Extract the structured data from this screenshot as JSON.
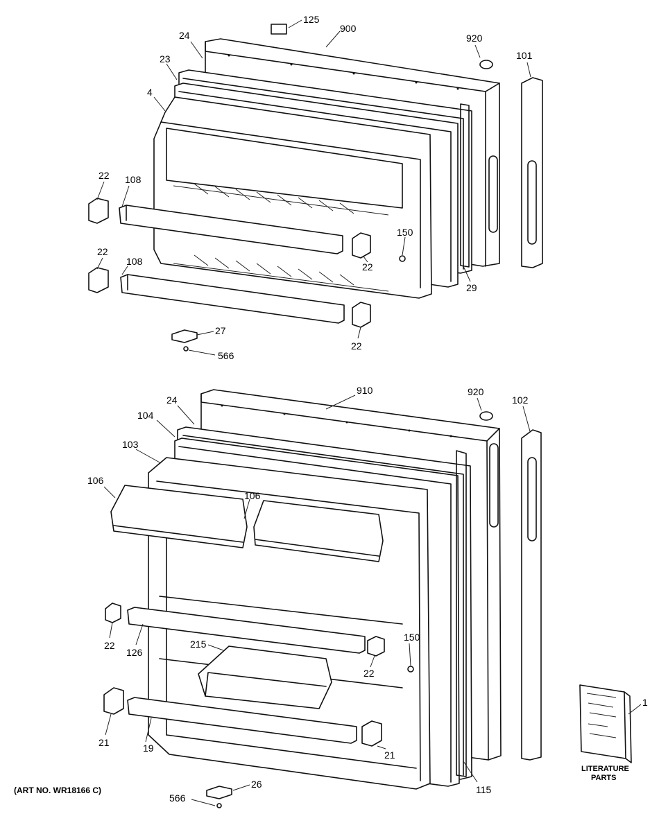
{
  "art_number": "(ART NO. WR18166 C)",
  "literature": {
    "line1": "LITERATURE",
    "line2": "PARTS"
  },
  "labels": {
    "p125": "125",
    "p900": "900",
    "p24a": "24",
    "p920a": "920",
    "p101": "101",
    "p23": "23",
    "p4": "4",
    "p22a": "22",
    "p108a": "108",
    "p150a": "150",
    "p22b": "22",
    "p22c": "22",
    "p108b": "108",
    "p29": "29",
    "p22d": "22",
    "p27": "27",
    "p566a": "566",
    "p910": "910",
    "p920b": "920",
    "p24b": "24",
    "p102": "102",
    "p104": "104",
    "p103": "103",
    "p106a": "106",
    "p106b": "106",
    "p22e": "22",
    "p126": "126",
    "p215": "215",
    "p150b": "150",
    "p22f": "22",
    "p21a": "21",
    "p19": "19",
    "p21b": "21",
    "p1": "1",
    "p26": "26",
    "p566b": "566",
    "p115": "115"
  }
}
